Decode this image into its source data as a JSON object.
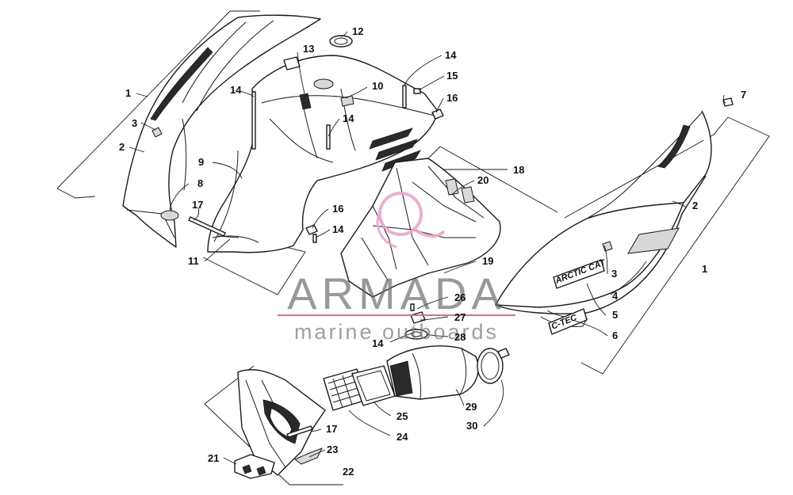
{
  "callouts": {
    "c1_left": "1",
    "c1_right": "1",
    "c2_left": "2",
    "c2_right": "2",
    "c3_left": "3",
    "c3_right": "3",
    "c4": "4",
    "c5": "5",
    "c6": "6",
    "c7": "7",
    "c8": "8",
    "c9": "9",
    "c10": "10",
    "c11": "11",
    "c12": "12",
    "c13": "13",
    "c14_a": "14",
    "c14_b": "14",
    "c14_c": "14",
    "c14_d": "14",
    "c14_e": "14",
    "c15": "15",
    "c16_a": "16",
    "c16_b": "16",
    "c17_a": "17",
    "c17_b": "17",
    "c18": "18",
    "c19": "19",
    "c20": "20",
    "c21": "21",
    "c22": "22",
    "c23": "23",
    "c24": "24",
    "c25": "25",
    "c26": "26",
    "c27": "27",
    "c28": "28",
    "c29": "29",
    "c30": "30"
  },
  "decals": {
    "arctic_cat": "ARCTIC CAT",
    "ctec": "C-TEC"
  },
  "watermark": {
    "title": "ARMADA",
    "subtitle": "marine outboards",
    "logo_color": "#e7a8c9",
    "line_color": "#d45a9a"
  }
}
